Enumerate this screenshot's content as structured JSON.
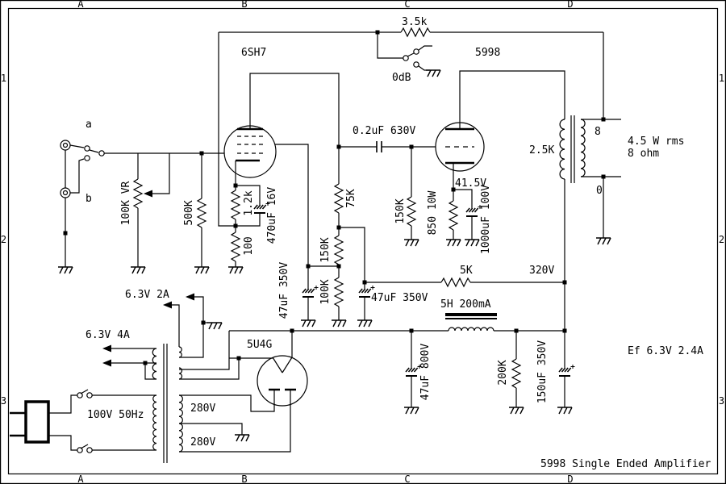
{
  "border": {
    "letters": [
      "A",
      "B",
      "C",
      "D"
    ],
    "numbers": [
      "1",
      "2",
      "3"
    ]
  },
  "labels": {
    "fb_resistor": "3.5k",
    "fb_switch": "0dB",
    "tube_v1": "6SH7",
    "tube_v2": "5998",
    "tube_v3": "5U4G",
    "coupling_cap": "0.2uF 630V",
    "ot_primary": "2.5K",
    "ot_tap_8": "8",
    "ot_tap_0": "0",
    "output_power": "4.5 W rms",
    "output_load": "8 ohm",
    "input_a": "a",
    "input_b": "b",
    "volume_pot": "100K VR",
    "grid_r": "500K",
    "cathode_r1": "1.2k",
    "cathode_r2": "100",
    "cathode_cap": "470uF 16V",
    "plate_r": "75K",
    "divider_r1": "150K",
    "divider_r2": "100K",
    "screen_cap": "47uF 350V",
    "decoupling_cap": "47uF 350V",
    "grid_r2": "150K",
    "cathode_r3": "850 10W",
    "cathode_v": "41.5V",
    "cathode_cap2": "1000uF 100V",
    "dropper_r": "5K",
    "b_plus": "320V",
    "choke": "5H 200mA",
    "heater_1": "6.3V 2A",
    "heater_2": "6.3V 4A",
    "mains": "100V 50Hz",
    "hv_winding_1": "280V",
    "hv_winding_2": "280V",
    "filter_cap_1": "47uF 800V",
    "bleeder_r": "200K",
    "filter_cap_2": "150uF 350V",
    "filament_note": "Ef 6.3V 2.4A",
    "title": "5998 Single Ended Amplifier"
  }
}
